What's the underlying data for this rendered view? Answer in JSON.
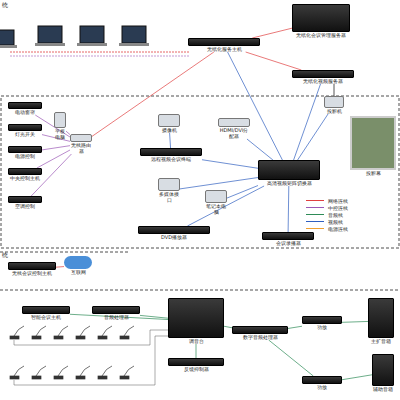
{
  "diagram": {
    "nodes": [
      {
        "text": [
          "无纸化服务主机"
        ]
      },
      {
        "text": [
          "无纸化会议管理服务器"
        ]
      },
      {
        "text": [
          "无纸化视频服务器"
        ]
      },
      {
        "text": [
          "电动窗帘"
        ]
      },
      {
        "text": [
          "平板电脑"
        ]
      },
      {
        "text": [
          "无线路由器"
        ]
      },
      {
        "text": [
          "灯光开关"
        ]
      },
      {
        "text": [
          "电源控制"
        ]
      },
      {
        "text": [
          "中央控制主机"
        ]
      },
      {
        "text": [
          "空调控制"
        ]
      },
      {
        "text": [
          "摄像机"
        ]
      },
      {
        "text": [
          "HDMI/DVI分配器"
        ]
      },
      {
        "text": [
          "远程视频会议终端"
        ]
      },
      {
        "text": [
          "高清视频矩阵切换器"
        ]
      },
      {
        "text": [
          "多媒体接口"
        ]
      },
      {
        "text": [
          "笔记本电脑"
        ]
      },
      {
        "text": [
          "DVD播放器"
        ]
      },
      {
        "text": [
          "会议录播器"
        ]
      },
      {
        "text": [
          "投影机"
        ]
      },
      {
        "text": [
          "投影幕"
        ]
      },
      {
        "text": [
          "无线会议控制主机"
        ]
      },
      {
        "text": [
          "互联网"
        ]
      },
      {
        "text": [
          "智能会议主机"
        ]
      },
      {
        "text": [
          "音频处理器"
        ]
      },
      {
        "text": [
          "调音台"
        ]
      },
      {
        "text": [
          "反馈抑制器"
        ]
      },
      {
        "text": [
          "数字音频处理器"
        ]
      },
      {
        "text": [
          "功放"
        ]
      },
      {
        "text": [
          "功放"
        ]
      },
      {
        "text": [
          "主扩音箱"
        ]
      },
      {
        "text": [
          "辅助音箱"
        ]
      }
    ],
    "edges": [
      {
        "from": 0,
        "to": 1,
        "arrow": "none"
      },
      {
        "from": 0,
        "to": 2,
        "arrow": "none"
      },
      {
        "from": 0,
        "to": 13,
        "arrow": "none"
      },
      {
        "from": 5,
        "to": 0,
        "arrow": "none"
      },
      {
        "from": 10,
        "to": 12,
        "arrow": "none"
      },
      {
        "from": 11,
        "to": 13,
        "arrow": "none"
      },
      {
        "from": 12,
        "to": 13,
        "arrow": "none"
      },
      {
        "from": 14,
        "to": 13,
        "arrow": "none"
      },
      {
        "from": 15,
        "to": 13,
        "arrow": "none"
      },
      {
        "from": 16,
        "to": 13,
        "arrow": "none"
      },
      {
        "from": 13,
        "to": 17,
        "arrow": "none"
      },
      {
        "from": 13,
        "to": 18,
        "arrow": "none"
      },
      {
        "from": 5,
        "to": 4,
        "arrow": "none"
      },
      {
        "from": 5,
        "to": 3,
        "arrow": "none"
      },
      {
        "from": 5,
        "to": 6,
        "arrow": "none"
      },
      {
        "from": 5,
        "to": 7,
        "arrow": "none"
      },
      {
        "from": 5,
        "to": 8,
        "arrow": "none"
      },
      {
        "from": 5,
        "to": 9,
        "arrow": "none"
      },
      {
        "from": 20,
        "to": 21,
        "arrow": "none"
      },
      {
        "from": 22,
        "to": 24,
        "arrow": "none"
      },
      {
        "from": 23,
        "to": 24,
        "arrow": "none"
      },
      {
        "from": 24,
        "to": 25,
        "arrow": "none"
      },
      {
        "from": 24,
        "to": 26,
        "arrow": "none"
      },
      {
        "from": 26,
        "to": 27,
        "arrow": "none"
      },
      {
        "from": 26,
        "to": 28,
        "arrow": "none"
      },
      {
        "from": 27,
        "to": 29,
        "arrow": "none"
      },
      {
        "from": 28,
        "to": 30,
        "arrow": "none"
      },
      {
        "from": 2,
        "to": 13,
        "arrow": "none"
      }
    ],
    "labels": [
      "统",
      "统"
    ],
    "legend": [
      {
        "text": "网络连线",
        "color": "#e04040"
      },
      {
        "text": "中控连线",
        "color": "#9b59b6"
      },
      {
        "text": "音频线",
        "color": "#2e8b57"
      },
      {
        "text": "视频线",
        "color": "#3060c0"
      },
      {
        "text": "电源连线",
        "color": "#f0a030"
      }
    ]
  }
}
